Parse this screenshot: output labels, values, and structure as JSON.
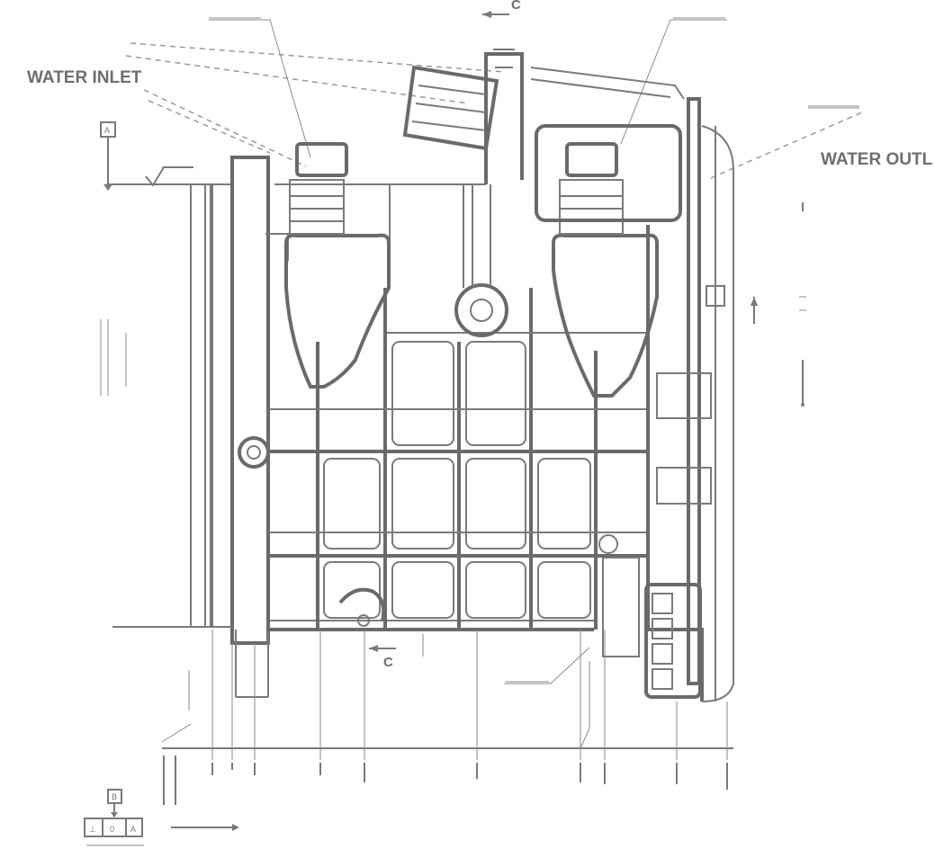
{
  "labels": {
    "water_inlet": "WATER INLET",
    "water_outlet": "WATER OUTL",
    "section_top": "C",
    "section_bottom": "C",
    "datum_a": "A",
    "datum_b": "B",
    "fcf_symbol": "⊥",
    "fcf_tol": "0",
    "fcf_datum": "A"
  }
}
